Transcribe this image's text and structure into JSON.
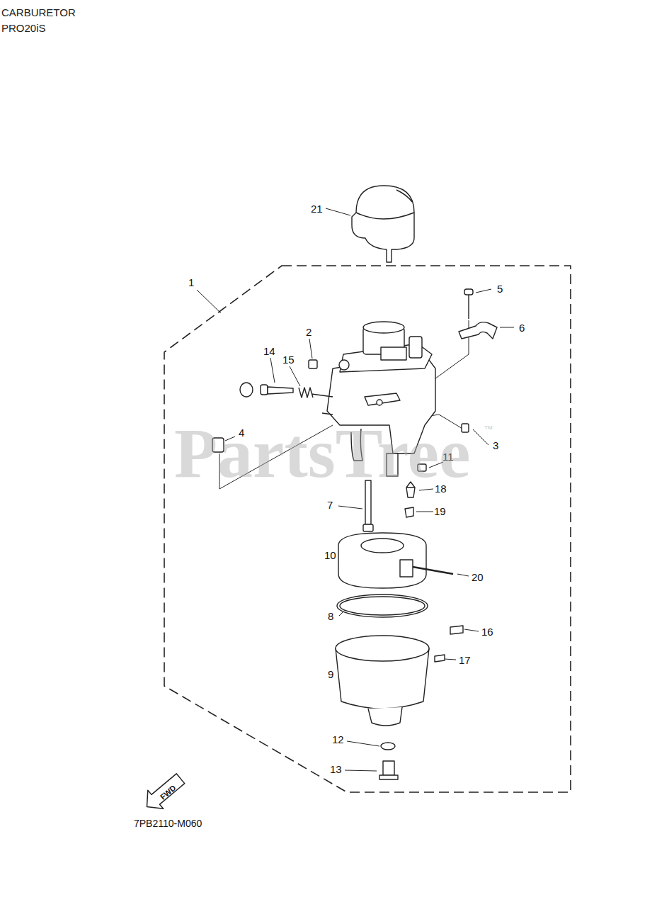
{
  "diagram": {
    "labels": [
      "CARBURETOR",
      "PRO20iS",
      "21",
      "1",
      "5",
      "6",
      "2",
      "14",
      "15",
      "4",
      "3",
      "11",
      "18",
      "7",
      "19",
      "10",
      "20",
      "16",
      "8",
      "17",
      "9",
      "12",
      "13",
      "FWD",
      "7PB2110-M060",
      "PartsTree",
      "TM"
    ]
  }
}
